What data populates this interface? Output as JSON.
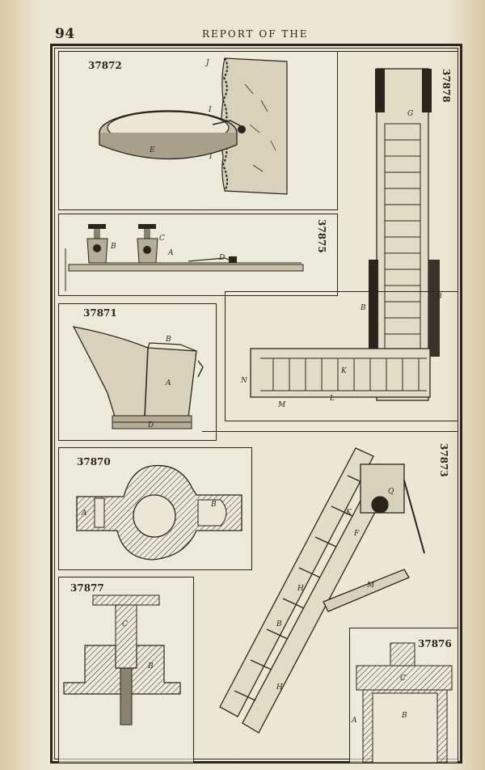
{
  "header": {
    "page_number": "94",
    "running_head": "REPORT OF THE"
  },
  "figures": [
    {
      "number": "37872",
      "labels": [
        "J",
        "I",
        "I",
        "E"
      ]
    },
    {
      "number": "37875",
      "labels": [
        "B",
        "C",
        "A",
        "D"
      ]
    },
    {
      "number": "37871",
      "labels": [
        "B",
        "A",
        "D"
      ]
    },
    {
      "number": "37870",
      "labels": [
        "A",
        "B"
      ]
    },
    {
      "number": "37877",
      "labels": [
        "C",
        "B"
      ]
    },
    {
      "number": "37878",
      "labels": [
        "G",
        "B",
        "B",
        "K",
        "L",
        "N",
        "M"
      ]
    },
    {
      "number": "37873",
      "labels": [
        "Q",
        "K",
        "F",
        "M",
        "H",
        "B",
        "H"
      ]
    },
    {
      "number": "37876",
      "labels": [
        "C",
        "A",
        "B"
      ]
    }
  ],
  "colors": {
    "paper": "#e9e1cc",
    "ink": "#2a241c"
  }
}
